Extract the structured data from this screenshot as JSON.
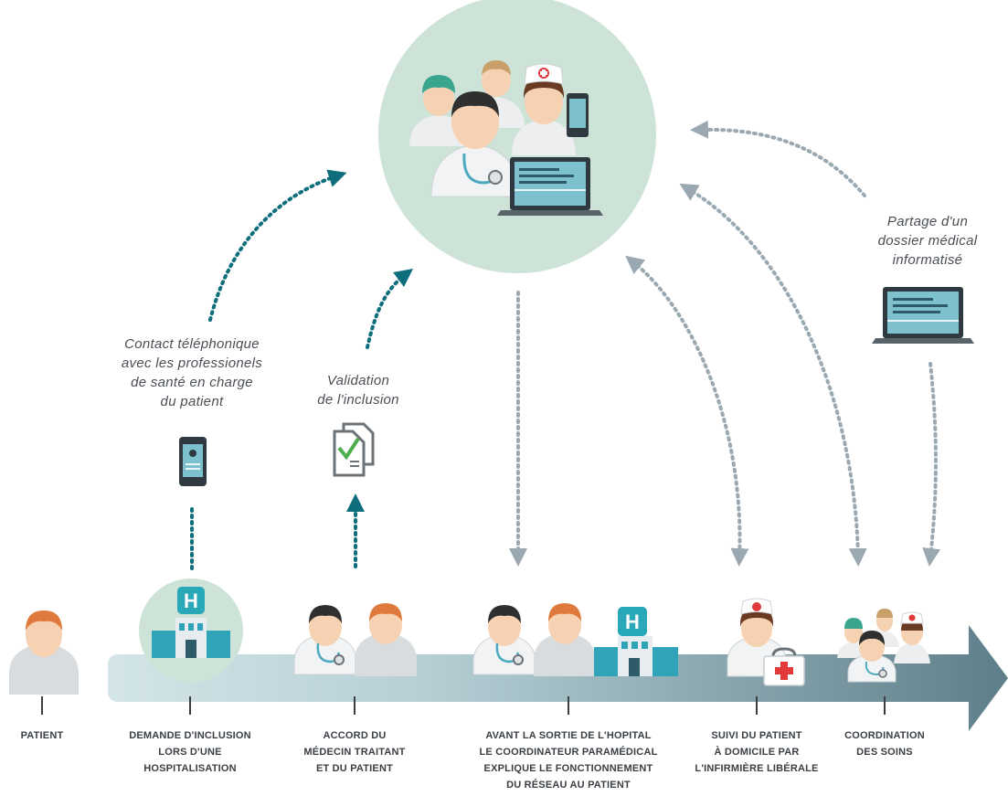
{
  "notes": {
    "contact": [
      "Contact téléphonique",
      "avec les professionels",
      "de santé en charge",
      "du patient"
    ],
    "validation": [
      "Validation",
      "de l'inclusion"
    ],
    "partage": [
      "Partage d'un",
      "dossier médical",
      "informatisé"
    ]
  },
  "steps": [
    {
      "id": "patient",
      "lines": [
        "PATIENT"
      ]
    },
    {
      "id": "inclusion",
      "lines": [
        "DEMANDE D'INCLUSION",
        "LORS D'UNE",
        "HOSPITALISATION"
      ]
    },
    {
      "id": "accord",
      "lines": [
        "ACCORD DU",
        "MÉDECIN TRAITANT",
        "ET DU PATIENT"
      ]
    },
    {
      "id": "sortie",
      "lines": [
        "AVANT LA SORTIE DE L'HOPITAL",
        "LE COORDINATEUR PARAMÉDICAL",
        "EXPLIQUE LE FONCTIONNEMENT",
        "DU RÉSEAU AU PATIENT"
      ]
    },
    {
      "id": "suivi",
      "lines": [
        "SUIVI DU PATIENT",
        "À DOMICILE PAR",
        "L'INFIRMIÈRE LIBÉRALE"
      ]
    },
    {
      "id": "coordination",
      "lines": [
        "COORDINATION",
        "DES SOINS"
      ]
    }
  ],
  "colors": {
    "teal": "#0f6e7c",
    "grey_dots": "#9aa8b2",
    "circle": "#cde3d8",
    "arrow_start": "#c9dde0",
    "arrow_end": "#5b7c87",
    "hospital": "#29a8b7",
    "skin": "#f6d2b3",
    "hair": "#e07a3c",
    "coat": "#f4f5f6",
    "label": "#3a3f44",
    "note": "#4a4f55"
  },
  "icons": [
    "smartphone-icon",
    "document-check-icon",
    "laptop-icon",
    "hospital-icon",
    "doctor-icon",
    "nurse-icon",
    "medical-kit-icon",
    "care-team-icon"
  ]
}
